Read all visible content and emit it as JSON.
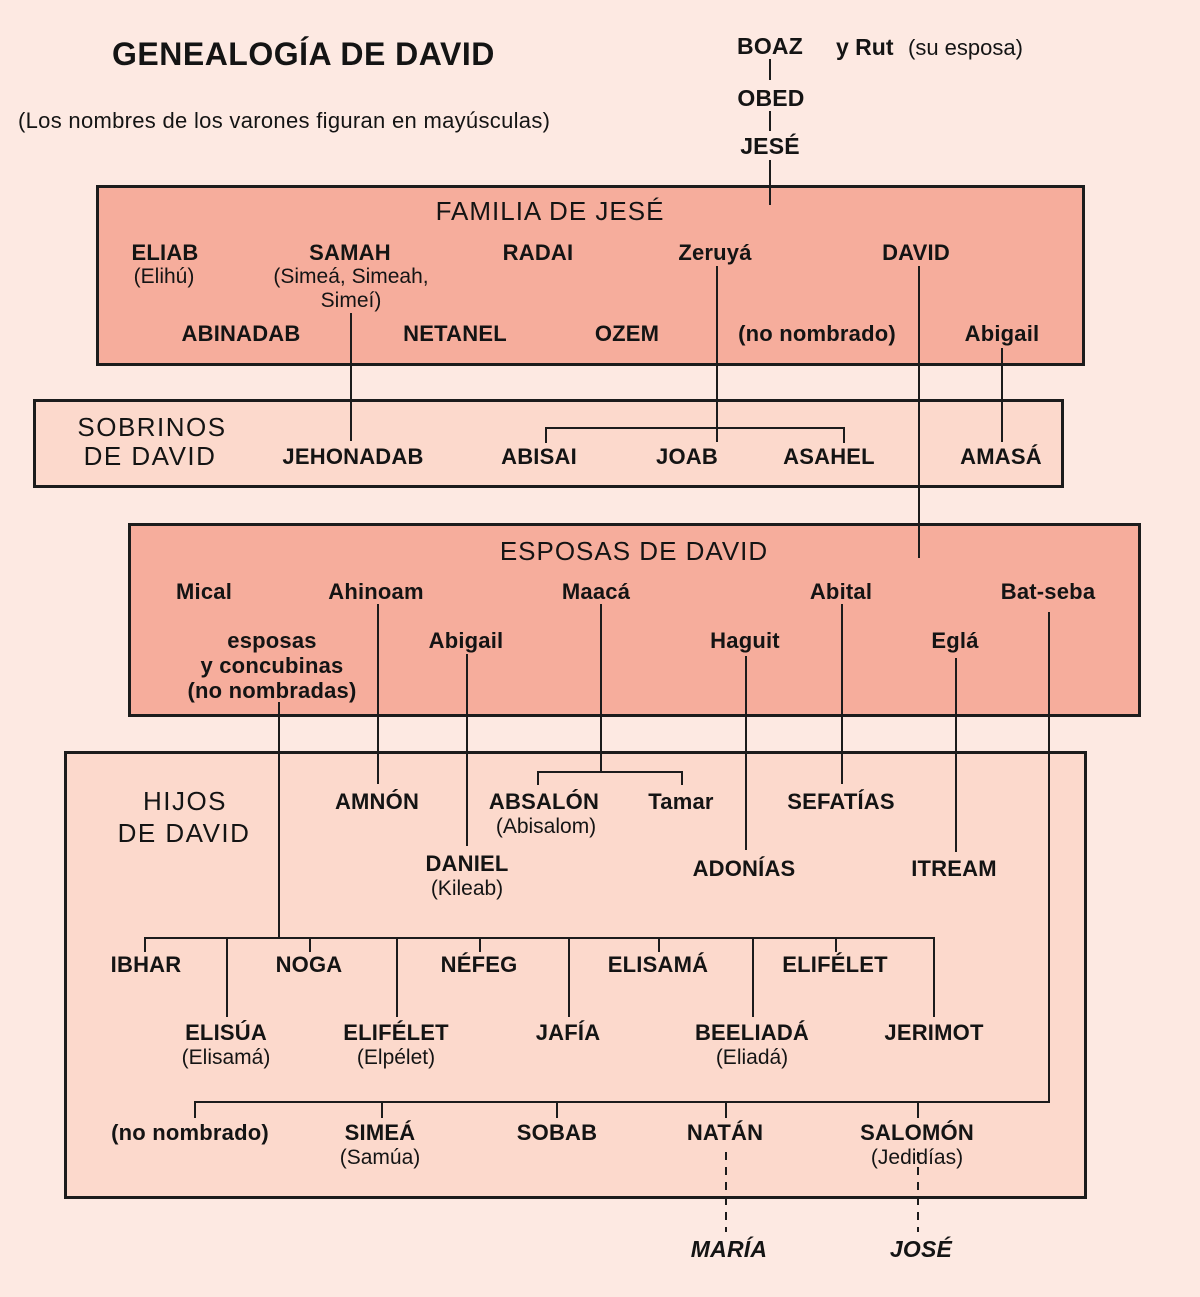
{
  "title": "GENEALOGÍA DE DAVID",
  "subtitle": "(Los nombres de los varones figuran en mayúsculas)",
  "colors": {
    "background": "#fde9e2",
    "box_dark": "#f6ad9c",
    "box_light": "#fcd9cc",
    "line": "#1c1c1c"
  },
  "ancestors": {
    "boaz": "BOAZ",
    "boaz_spouse": "y Rut",
    "boaz_spouse_note": "(su esposa)",
    "obed": "OBED",
    "jese": "JESÉ"
  },
  "familia_de_jese": {
    "title": "FAMILIA DE JESÉ",
    "eliab": "ELIAB",
    "eliab_alt": "(Elihú)",
    "samah": "SAMAH",
    "samah_alt1": "(Simeá, Simeah,",
    "samah_alt2": "Simeí)",
    "radai": "RADAI",
    "zeruya": "Zeruyá",
    "david": "DAVID",
    "abinadab": "ABINADAB",
    "netanel": "NETANEL",
    "ozem": "OZEM",
    "no_nombrado": "(no nombrado)",
    "abigail": "Abigail"
  },
  "sobrinos_de_david": {
    "title1": "SOBRINOS",
    "title2": "DE DAVID",
    "jehonadab": "JEHONADAB",
    "abisai": "ABISAI",
    "joab": "JOAB",
    "asahel": "ASAHEL",
    "amasa": "AMASÁ"
  },
  "esposas_de_david": {
    "title": "ESPOSAS DE DAVID",
    "mical": "Mical",
    "ahinoam": "Ahinoam",
    "maaca": "Maacá",
    "abital": "Abital",
    "batseba": "Bat-seba",
    "concubinas1": "esposas",
    "concubinas2": "y concubinas",
    "concubinas3": "(no nombradas)",
    "abigail": "Abigail",
    "haguit": "Haguit",
    "egla": "Eglá"
  },
  "hijos_de_david": {
    "title1": "HIJOS",
    "title2": "DE DAVID",
    "amnon": "AMNÓN",
    "absalon": "ABSALÓN",
    "absalon_alt": "(Abisalom)",
    "tamar": "Tamar",
    "sefatias": "SEFATÍAS",
    "daniel": "DANIEL",
    "daniel_alt": "(Kileab)",
    "adonias": "ADONÍAS",
    "itream": "ITREAM",
    "ibhar": "IBHAR",
    "noga": "NOGA",
    "nefeg": "NÉFEG",
    "elisama": "ELISAMÁ",
    "elifelet_c": "ELIFÉLET",
    "elisua": "ELISÚA",
    "elisua_alt": "(Elisamá)",
    "elifelet_d": "ELIFÉLET",
    "elifelet_d_alt": "(Elpélet)",
    "jafia": "JAFÍA",
    "beeliada": "BEELIADÁ",
    "beeliada_alt": "(Eliadá)",
    "jerimot": "JERIMOT",
    "no_nombrado": "(no nombrado)",
    "simea": "SIMEÁ",
    "simea_alt": "(Samúa)",
    "sobab": "SOBAB",
    "natan": "NATÁN",
    "salomon": "SALOMÓN",
    "salomon_alt": "(Jedidías)"
  },
  "descendants": {
    "maria": "MARÍA",
    "jose": "JOSÉ"
  }
}
